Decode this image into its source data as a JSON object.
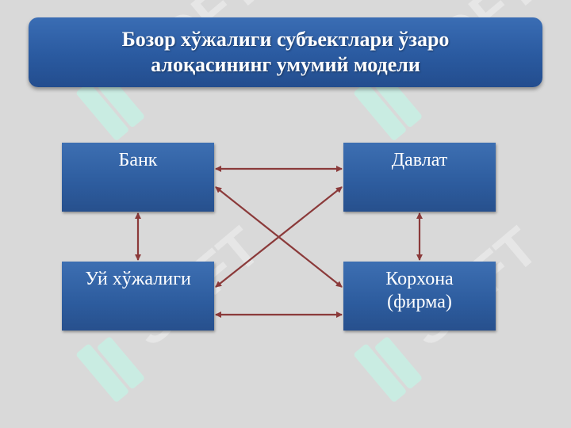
{
  "title": {
    "line1": "Бозор хўжалиги субъектлари ўзаро",
    "line2": "алоқасининг умумий модели"
  },
  "nodes": {
    "bank": "Банк",
    "state": "Давлат",
    "household": "Уй хўжалиги",
    "firm_line1": "Корхона",
    "firm_line2": "(фирма)"
  },
  "watermark": "SOFT",
  "colors": {
    "box": "#2d5c9e",
    "arrow": "#8b3a3a",
    "background": "#d9d9d9"
  }
}
